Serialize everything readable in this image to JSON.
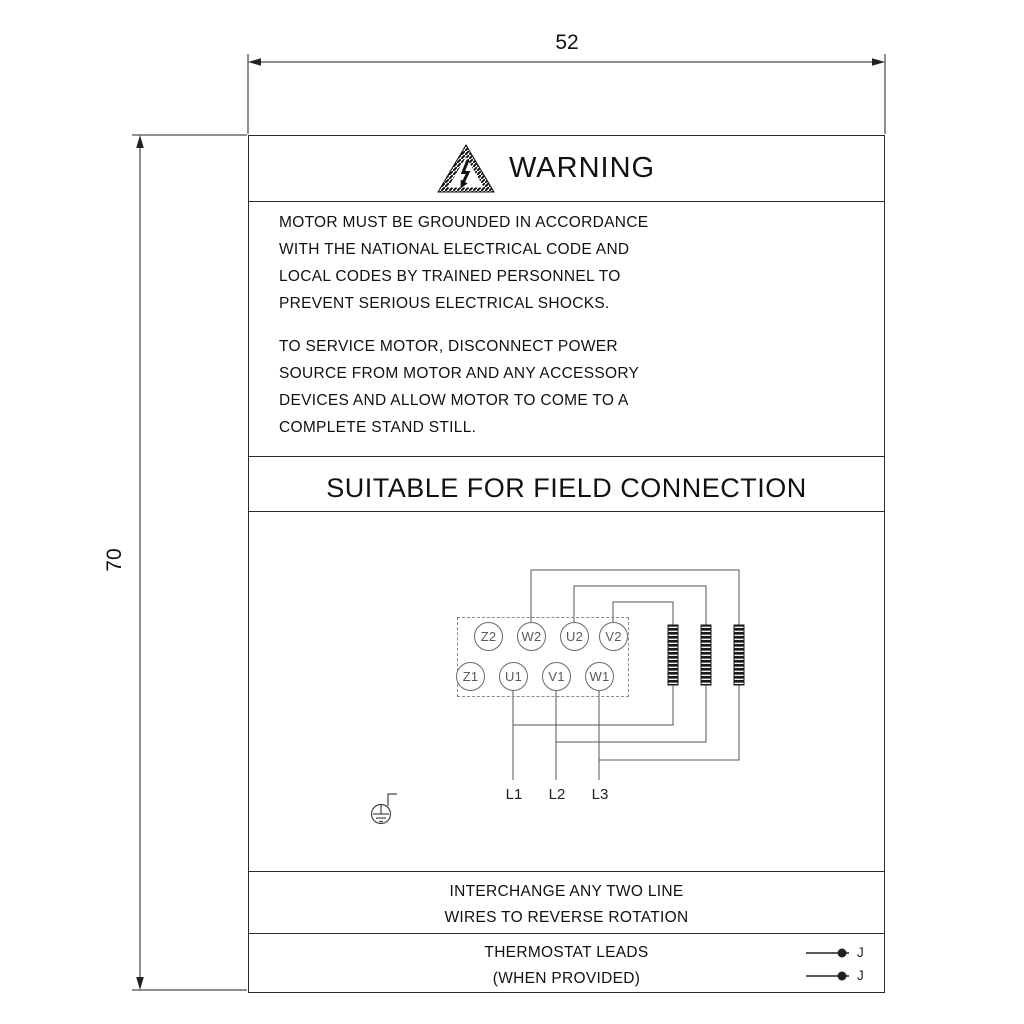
{
  "dimensions": {
    "width": "52",
    "height": "70"
  },
  "warning": {
    "title": "WARNING",
    "icon": "high-voltage-warning-triangle-icon"
  },
  "body": {
    "paragraph1": [
      "MOTOR MUST BE GROUNDED IN ACCORDANCE",
      "WITH THE NATIONAL ELECTRICAL CODE AND",
      "LOCAL CODES BY TRAINED PERSONNEL TO",
      "PREVENT SERIOUS ELECTRICAL SHOCKS."
    ],
    "paragraph2": [
      "TO SERVICE MOTOR, DISCONNECT POWER",
      "SOURCE FROM MOTOR AND ANY ACCESSORY",
      "DEVICES AND ALLOW MOTOR TO COME TO A",
      "COMPLETE STAND STILL."
    ]
  },
  "field_connection": {
    "heading": "SUITABLE FOR FIELD CONNECTION"
  },
  "wiring": {
    "terminals_top": [
      "Z2",
      "W2",
      "U2",
      "V2"
    ],
    "terminals_bottom": [
      "Z1",
      "U1",
      "V1",
      "W1"
    ],
    "line_labels": [
      "L1",
      "L2",
      "L3"
    ],
    "coil_icon": "motor-winding-coil-icon",
    "ground_icon": "earth-ground-icon"
  },
  "notes": {
    "interchange": [
      "INTERCHANGE ANY TWO LINE",
      "WIRES TO REVERSE ROTATION"
    ],
    "thermostat": [
      "THERMOSTAT LEADS",
      "(WHEN PROVIDED)"
    ],
    "lead_labels": [
      "J",
      "J"
    ]
  },
  "colors": {
    "ink": "#1a1a1a",
    "line_gray": "#555555"
  }
}
